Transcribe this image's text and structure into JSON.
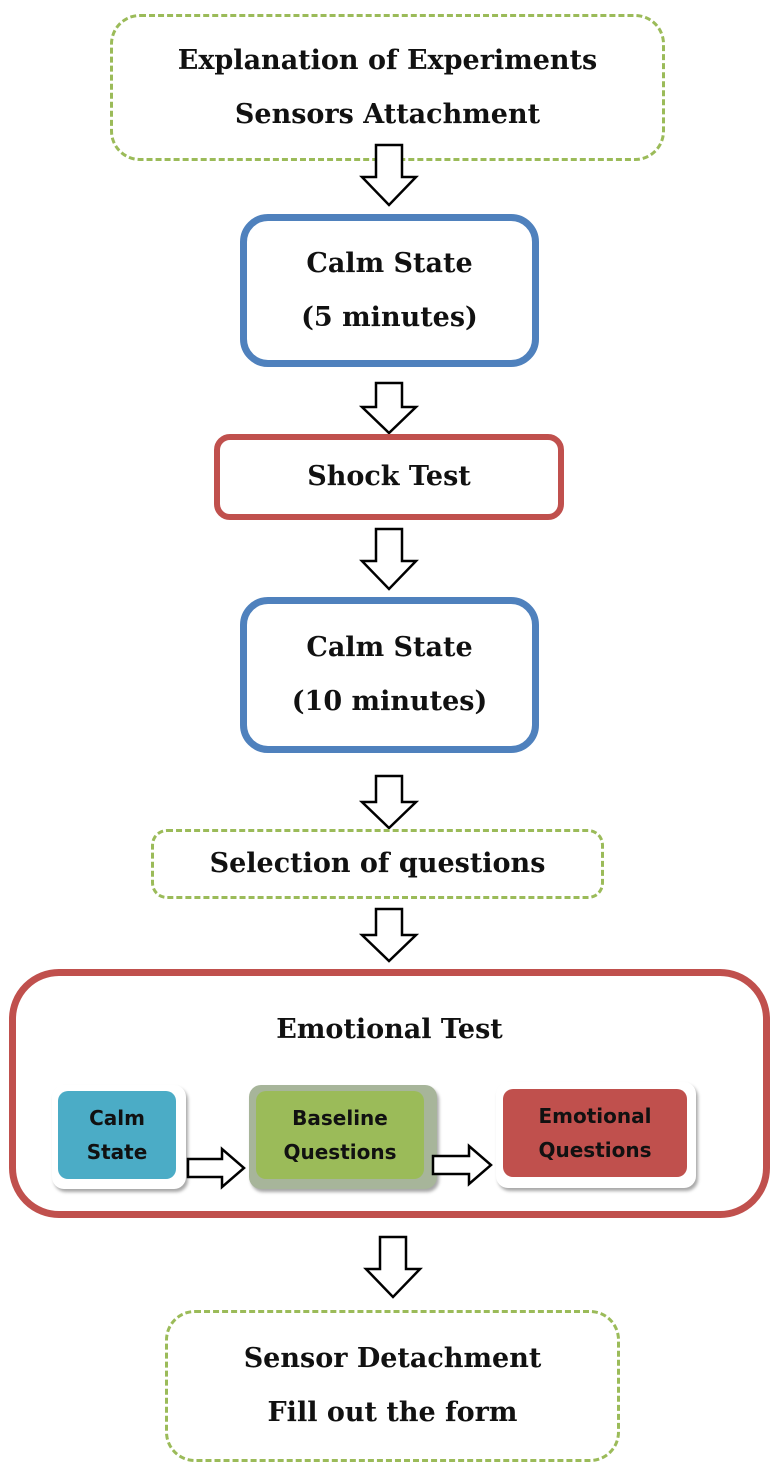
{
  "steps": {
    "intro": {
      "line1": "Explanation of Experiments",
      "line2": "Sensors Attachment"
    },
    "calm1": {
      "line1": "Calm State",
      "line2": "(5 minutes)"
    },
    "shock": {
      "label": "Shock Test"
    },
    "calm2": {
      "line1": "Calm State",
      "line2": "(10 minutes)"
    },
    "selection": {
      "label": "Selection of questions"
    },
    "emotional": {
      "title": "Emotional Test",
      "sub": [
        {
          "line1": "Calm",
          "line2": "State",
          "color": "#4bacc6"
        },
        {
          "line1": "Baseline",
          "line2": "Questions",
          "color": "#9bbb59"
        },
        {
          "line1": "Emotional",
          "line2": "Questions",
          "color": "#c0504d"
        }
      ]
    },
    "outro": {
      "line1": "Sensor Detachment",
      "line2": "Fill out the form"
    }
  },
  "colors": {
    "dashed_border": "#9bbb59",
    "calm_border": "#4f81bd",
    "test_border": "#c0504d"
  }
}
